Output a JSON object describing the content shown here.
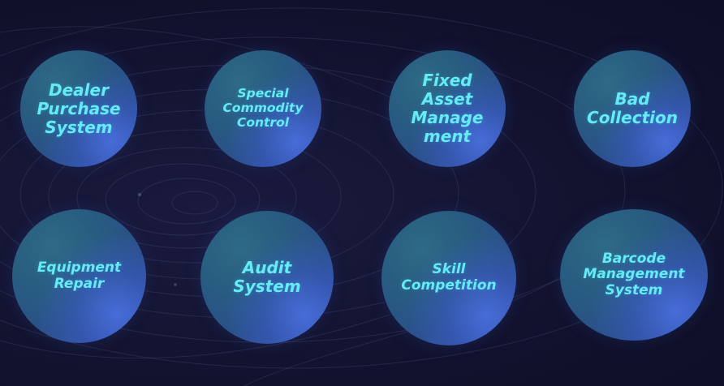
{
  "modules": [
    {
      "id": "dealer-purchase-system",
      "label": "Dealer\nPurchase\nSystem"
    },
    {
      "id": "special-commodity-control",
      "label": "Special\nCommodity\nControl"
    },
    {
      "id": "fixed-asset-management",
      "label": "Fixed\nAsset\nManage\nment"
    },
    {
      "id": "bad-collection",
      "label": "Bad\nCollection"
    },
    {
      "id": "equipment-repair",
      "label": "Equipment\nRepair"
    },
    {
      "id": "audit-system",
      "label": "Audit\nSystem"
    },
    {
      "id": "skill-competition",
      "label": "Skill\nCompetition"
    },
    {
      "id": "barcode-management-system",
      "label": "Barcode\nManagement\nSystem"
    }
  ]
}
